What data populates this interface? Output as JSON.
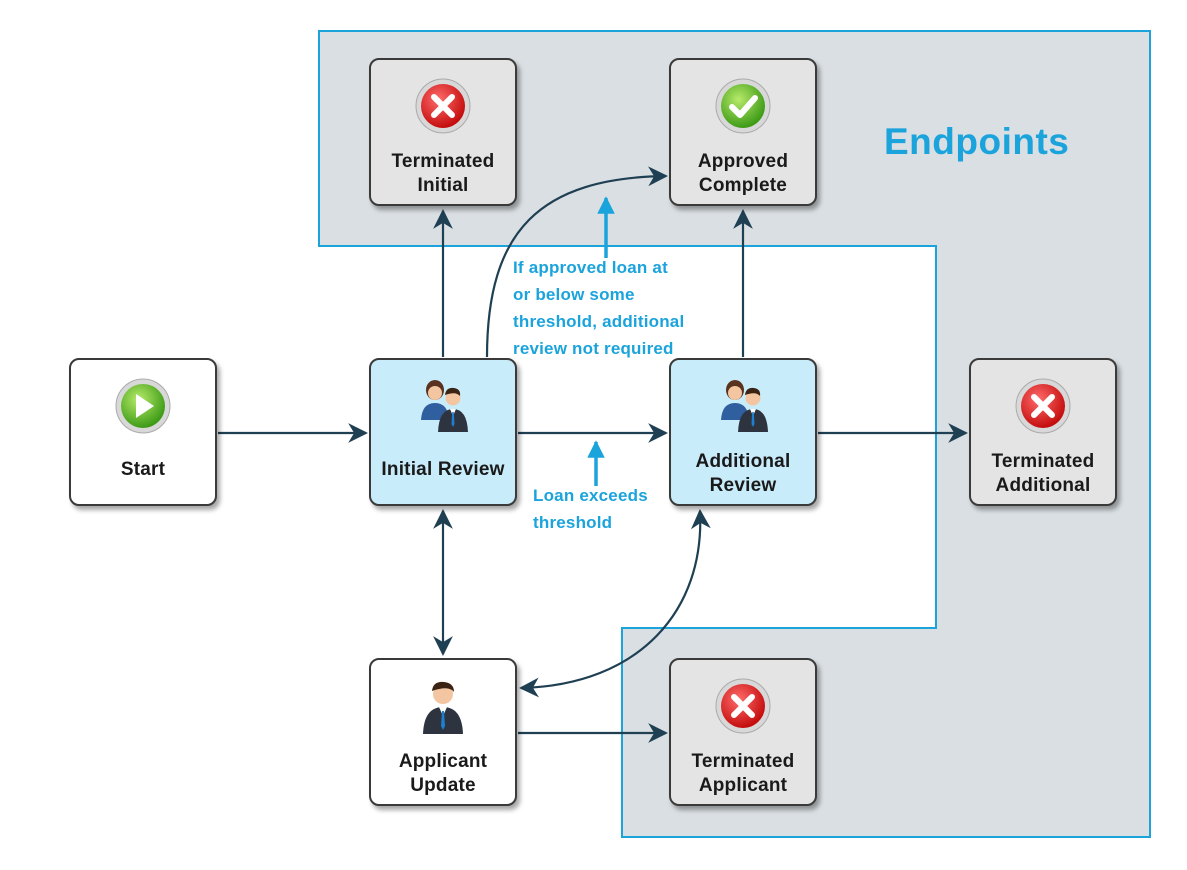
{
  "region": {
    "title": "Endpoints",
    "accent": "#1ba3dc",
    "fill": "#d9dfe3"
  },
  "nodes": {
    "start": {
      "label": "Start",
      "icon": "play-icon"
    },
    "initial_review": {
      "label": "Initial Review",
      "icon": "users-icon"
    },
    "additional_review": {
      "label_1": "Additional",
      "label_2": "Review",
      "icon": "users-icon"
    },
    "applicant_update": {
      "label_1": "Applicant",
      "label_2": "Update",
      "icon": "user-icon"
    },
    "terminated_initial": {
      "label_1": "Terminated",
      "label_2": "Initial",
      "icon": "close-icon"
    },
    "approved_complete": {
      "label_1": "Approved",
      "label_2": "Complete",
      "icon": "check-icon"
    },
    "terminated_additional": {
      "label_1": "Terminated",
      "label_2": "Additional",
      "icon": "close-icon"
    },
    "terminated_applicant": {
      "label_1": "Terminated",
      "label_2": "Applicant",
      "icon": "close-icon"
    }
  },
  "annotations": {
    "approved_threshold": [
      "If approved loan at",
      "or below some",
      "threshold, additional",
      "review not required"
    ],
    "exceeds_threshold": [
      "Loan exceeds",
      "threshold"
    ]
  },
  "colors": {
    "connector": "#1f3f52",
    "node_border": "#3a3a3a",
    "review_fill": "#c9ecfb",
    "endpoint_fill": "#e4e4e4"
  }
}
